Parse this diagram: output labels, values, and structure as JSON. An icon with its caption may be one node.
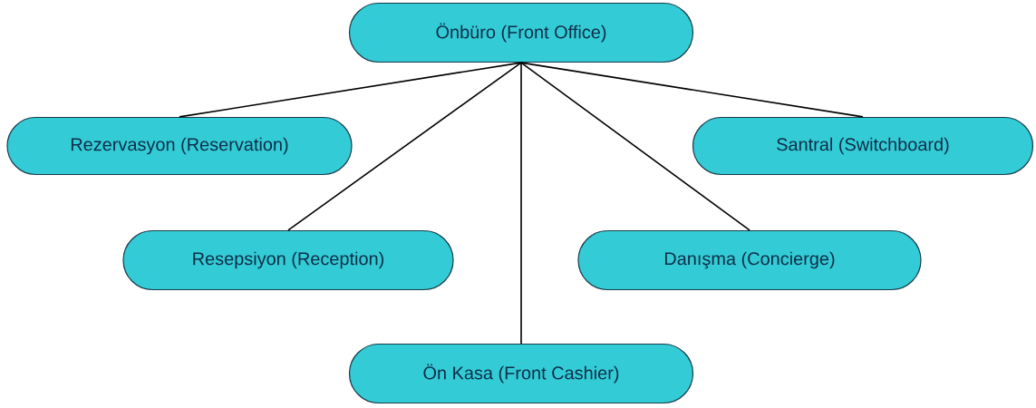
{
  "diagram": {
    "nodes": [
      {
        "text": [
          "Önbüro (Front Office)"
        ]
      },
      {
        "text": [
          "Rezervasyon (Reservation)"
        ]
      },
      {
        "text": [
          "Santral (Switchboard)"
        ]
      },
      {
        "text": [
          "Resepsiyon (Reception)"
        ]
      },
      {
        "text": [
          "Danışma (Concierge)"
        ]
      },
      {
        "text": [
          "Ön Kasa (Front Cashier)"
        ]
      }
    ],
    "edges": [
      {
        "from": 0,
        "to": 1,
        "arrow": "none"
      },
      {
        "from": 0,
        "to": 3,
        "arrow": "none"
      },
      {
        "from": 0,
        "to": 5,
        "arrow": "none"
      },
      {
        "from": 0,
        "to": 4,
        "arrow": "none"
      },
      {
        "from": 0,
        "to": 2,
        "arrow": "none"
      }
    ]
  }
}
